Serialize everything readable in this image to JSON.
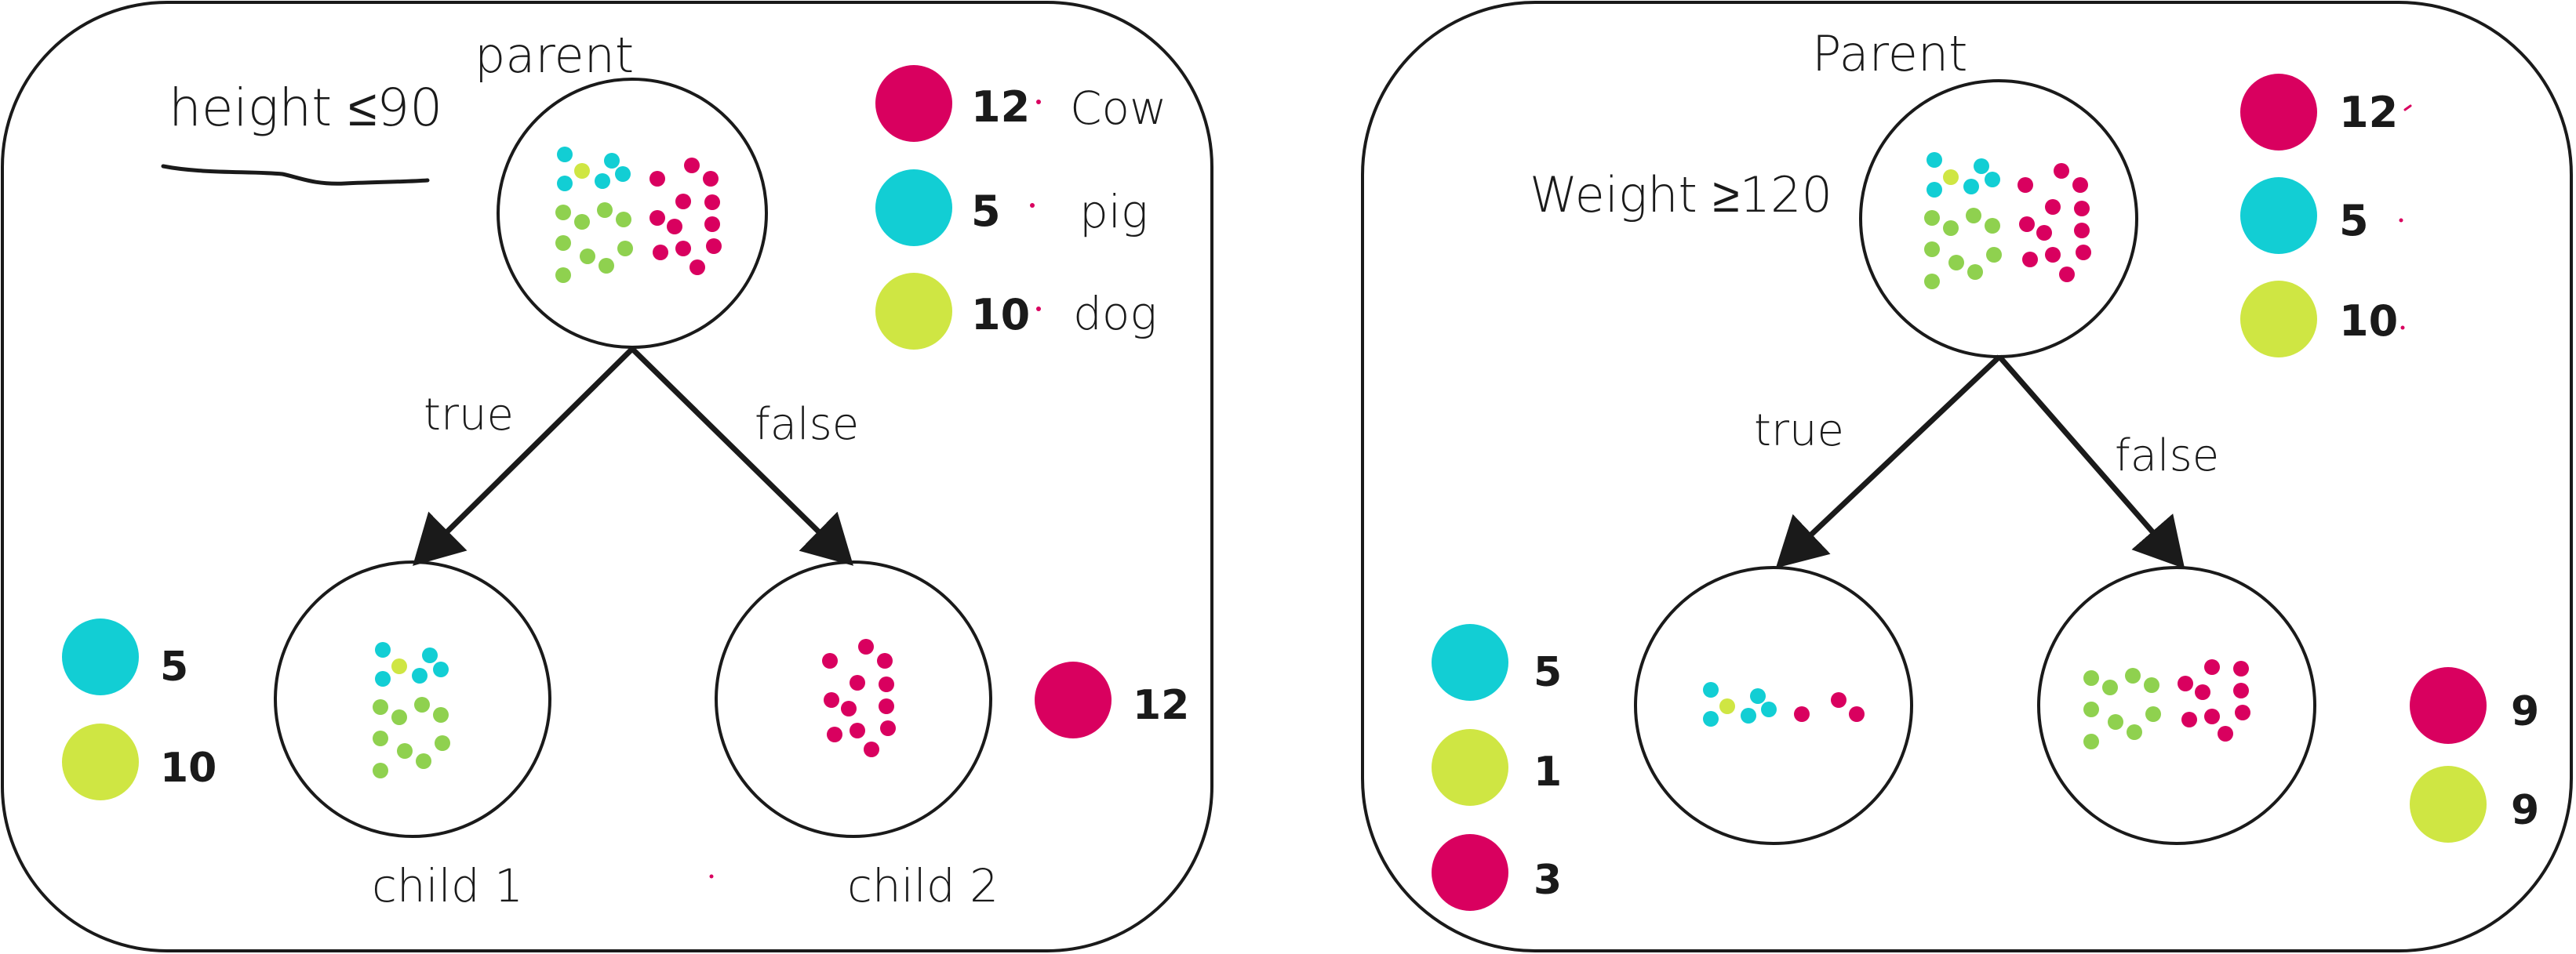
{
  "colors": {
    "cow": "#d9005f",
    "pig": "#12ced4",
    "dog": "#cfe643",
    "green_dot": "#8fd14f",
    "stroke": "#1a1a1a"
  },
  "left_panel": {
    "condition": "height ≤90",
    "parent_label": "parent",
    "true_label": "true",
    "false_label": "false",
    "child1_label": "child 1",
    "child2_label": "child 2",
    "legend": [
      {
        "color": "cow",
        "count": "12",
        "label": "Cow"
      },
      {
        "color": "pig",
        "count": "5",
        "label": "pig"
      },
      {
        "color": "dog",
        "count": "10",
        "label": "dog"
      }
    ],
    "child1_counts": [
      {
        "color": "pig",
        "count": "5"
      },
      {
        "color": "dog",
        "count": "10"
      }
    ],
    "child2_counts": [
      {
        "color": "cow",
        "count": "12"
      }
    ]
  },
  "right_panel": {
    "condition": "Weight ≥120",
    "parent_label": "Parent",
    "true_label": "true",
    "false_label": "false",
    "legend": [
      {
        "color": "cow",
        "count": "12"
      },
      {
        "color": "pig",
        "count": "5"
      },
      {
        "color": "dog",
        "count": "10"
      }
    ],
    "child1_counts": [
      {
        "color": "pig",
        "count": "5"
      },
      {
        "color": "dog",
        "count": "1"
      },
      {
        "color": "cow",
        "count": "3"
      }
    ],
    "child2_counts": [
      {
        "color": "cow",
        "count": "9"
      },
      {
        "color": "dog",
        "count": "9"
      }
    ]
  }
}
